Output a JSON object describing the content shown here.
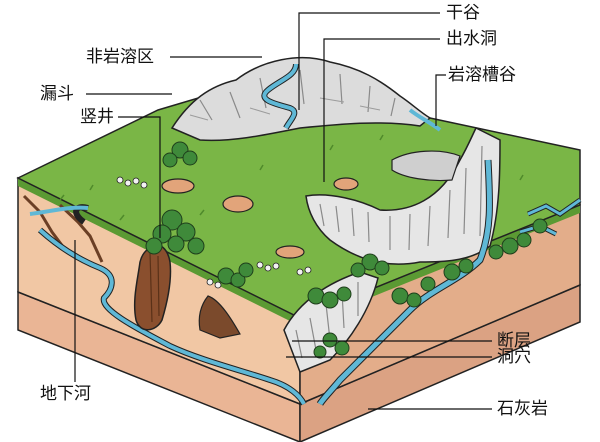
{
  "labels": {
    "gangu": "干谷",
    "chushuidong": "出水洞",
    "feiyanrongqu": "非岩溶区",
    "yanrongcaogu": "岩溶槽谷",
    "loudou": "漏斗",
    "shujing": "竖井",
    "duanceng": "断层",
    "dongxue": "洞穴",
    "dixiahe": "地下河",
    "shihuiyan": "石灰岩"
  },
  "colors": {
    "grass": "#7ab646",
    "grass_dark": "#5b9a33",
    "soil_front": "#f1c7a4",
    "soil_side": "#e3ad8a",
    "soil_bottom": "#eab595",
    "water": "#5fb8d6",
    "rock": "#d9d9d9",
    "tree": "#3f8a3a",
    "line": "#222222"
  }
}
